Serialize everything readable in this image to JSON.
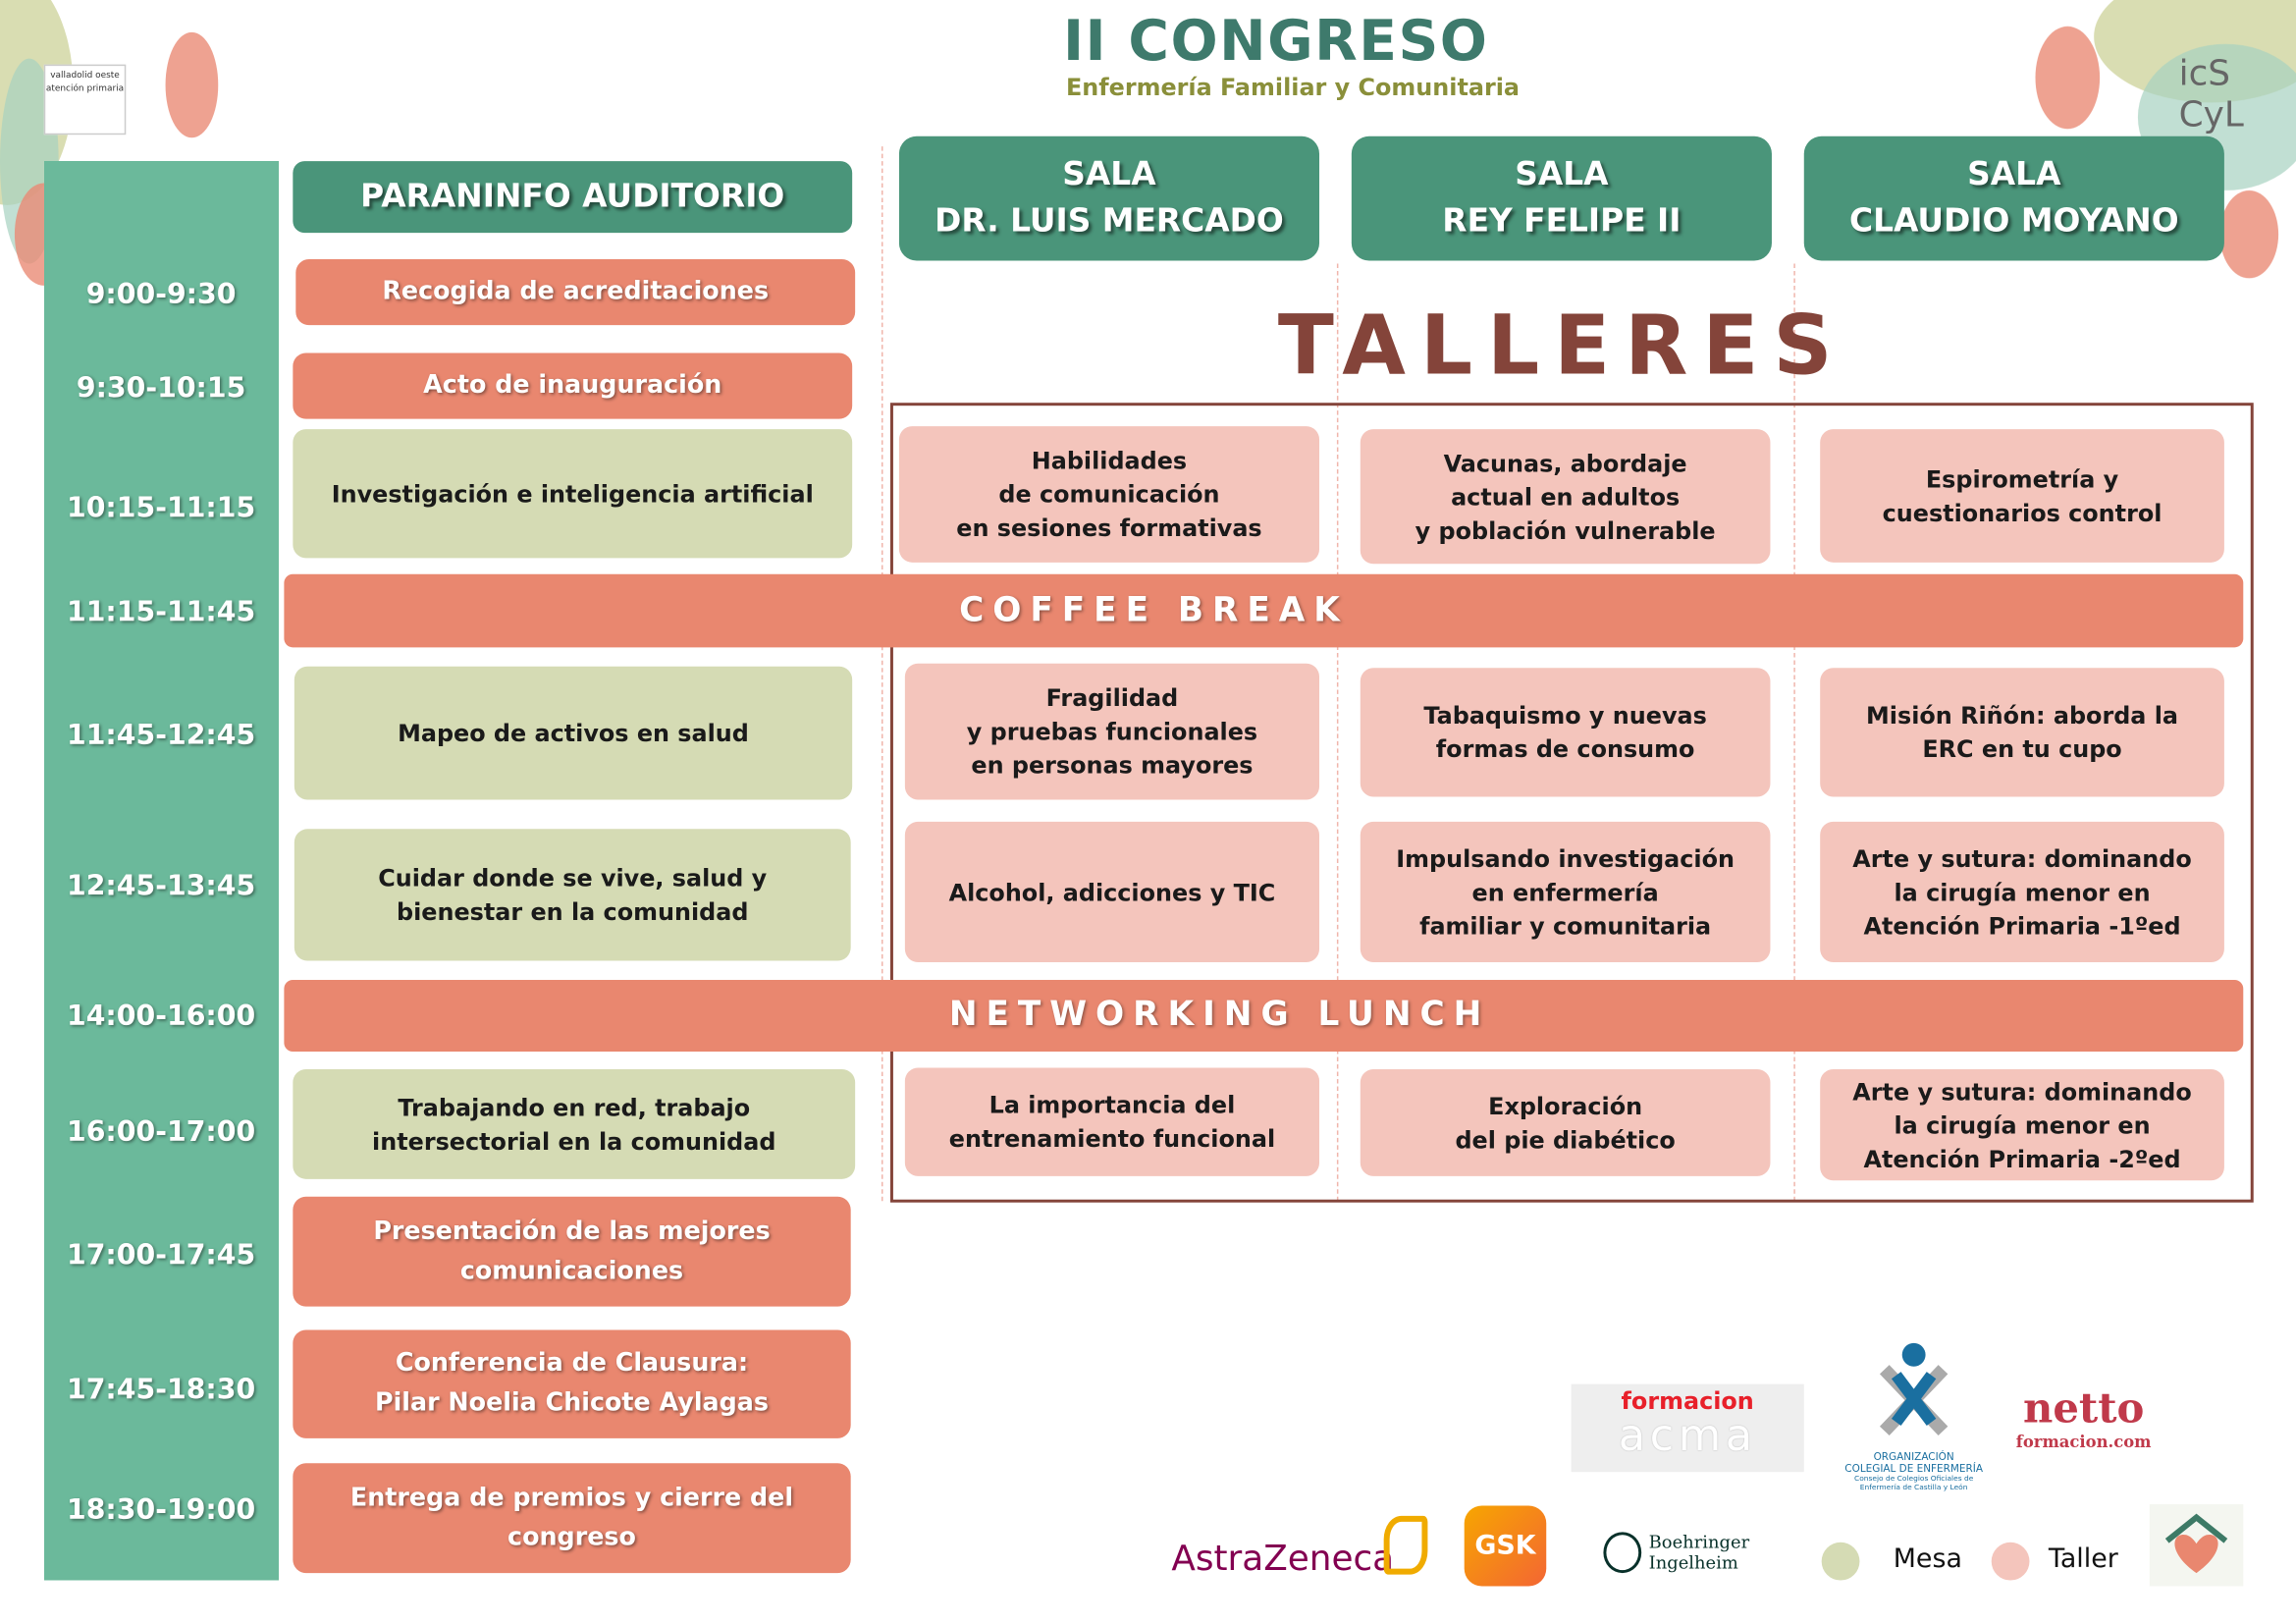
{
  "header": {
    "title": "II CONGRESO",
    "subtitle": "Enfermería Familiar y Comunitaria",
    "left_logo_text": "valladolid oeste atención primaria",
    "right_logo_text": "icS CyL"
  },
  "rooms": {
    "main": "PARANINFO AUDITORIO",
    "sala1": "SALA\nDR. LUIS MERCADO",
    "sala2": "SALA\nREY FELIPE II",
    "sala3": "SALA\nCLAUDIO MOYANO"
  },
  "talleres_title": "TALLERES",
  "times": [
    "9:00-9:30",
    "9:30-10:15",
    "10:15-11:15",
    "11:15-11:45",
    "11:45-12:45",
    "12:45-13:45",
    "14:00-16:00",
    "16:00-17:00",
    "17:00-17:45",
    "17:45-18:30",
    "18:30-19:00"
  ],
  "main_sessions": {
    "recogida": "Recogida de acreditaciones",
    "acto": "Acto de inauguración",
    "investigacion": "Investigación e inteligencia artificial",
    "mapeo": "Mapeo de activos en salud",
    "cuidar": "Cuidar donde se vive, salud y\nbienestar en la comunidad",
    "trabajando": "Trabajando en red, trabajo\nintersectorial en la comunidad",
    "presentacion": "Presentación de las mejores\ncomunicaciones",
    "conferencia": "Conferencia de Clausura:\nPilar Noelia Chicote Aylagas",
    "entrega": "Entrega de premios y cierre del\ncongreso"
  },
  "breaks": {
    "coffee": "COFFEE BREAK",
    "lunch": "NETWORKING LUNCH"
  },
  "workshops": [
    [
      "Habilidades\nde comunicación\nen sesiones formativas",
      "Vacunas, abordaje\nactual en adultos\ny población vulnerable",
      "Espirometría y\ncuestionarios control"
    ],
    [
      "Fragilidad\ny pruebas funcionales\nen personas mayores",
      "Tabaquismo y nuevas\nformas de consumo",
      "Misión Riñón: aborda la\nERC en tu cupo"
    ],
    [
      "Alcohol, adicciones y TIC",
      "Impulsando investigación\nen enfermería\nfamiliar y comunitaria",
      "Arte y sutura: dominando\nla cirugía menor en\nAtención Primaria -1ºed"
    ],
    [
      "La importancia del\nentrenamiento funcional",
      "Exploración\ndel pie diabético",
      "Arte y sutura: dominando\nla cirugía menor en\nAtención Primaria -2ºed"
    ]
  ],
  "legend": {
    "mesa": "Mesa",
    "taller": "Taller"
  },
  "sponsors": {
    "acma_top": "formacion",
    "acma_bottom": "acma",
    "oce_line1": "ORGANIZACIÓN",
    "oce_line2": "COLEGIAL DE ENFERMERÍA",
    "oce_line3": "Consejo de Colegios Oficiales de Enfermería de Castilla y León",
    "netto": "netto",
    "netto_sub": "formacion.com",
    "astrazeneca": "AstraZeneca",
    "gsk": "GSK",
    "boehringer": "Boehringer\nIngelheim"
  },
  "colors": {
    "green_dark": "#4a957a",
    "green_time": "#6bb99b",
    "salmon": "#e9876f",
    "mesa": "#d5dbb4",
    "taller": "#f4c5bc",
    "brown": "#84443a"
  }
}
